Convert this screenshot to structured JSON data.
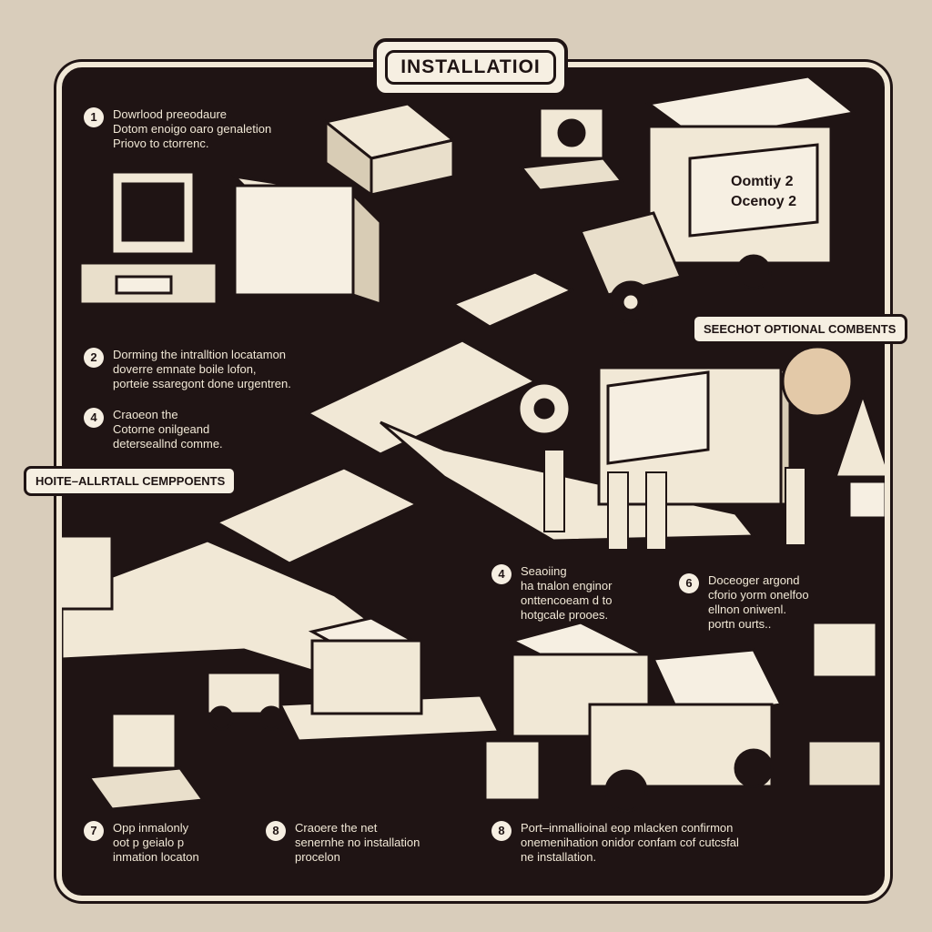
{
  "title": "INSTALLATIOI",
  "callouts": {
    "optional": "SEECHOT OPTIONAL COMBENTS",
    "alternative": "HOITE–ALLRTALL CEMPPOENTS"
  },
  "steps": [
    {
      "num": "1",
      "lines": [
        "Dowrlood preeodaure",
        "Dotom enoigo oaro genaletion",
        "Priovo to ctorrenc."
      ]
    },
    {
      "num": "2",
      "lines": [
        "Dorming the intralltion locatamon",
        "doverre emnate boile lofon,",
        "porteie ssaregont done urgentren."
      ]
    },
    {
      "num": "4",
      "lines": [
        "Craoeon the",
        "Cotorne onilgeand",
        "deterseallnd comme."
      ]
    },
    {
      "num": "4",
      "lines": [
        "Seaoiing",
        "ha tnalon enginor",
        "onttencoeam d to",
        "hotgcale prooes."
      ]
    },
    {
      "num": "6",
      "lines": [
        "Doceoger argond",
        "cforio yorm onelfoo",
        "ellnon oniwenl.",
        "portn ourts.."
      ]
    },
    {
      "num": "7",
      "lines": [
        "Opp inmalonly",
        "oot p geialo p",
        "inmation locaton"
      ]
    },
    {
      "num": "8",
      "lines": [
        "Craoere the net",
        "senernhe no installation",
        "procelon"
      ]
    },
    {
      "num": "8",
      "lines": [
        "Port–inmallioinal eop  mlacken confirmon",
        "onemenihation onidor confam cof cutcsfal",
        "ne installation."
      ]
    }
  ],
  "truck_sign": {
    "line1": "Oomtiy 2",
    "line2": "Ocenoy 2"
  },
  "icons": [
    "download-icon",
    "monitor-icon",
    "laptop-icon",
    "truck-icon",
    "box-icon",
    "tree-icon",
    "globe-icon",
    "compass-icon",
    "forklift-icon"
  ]
}
